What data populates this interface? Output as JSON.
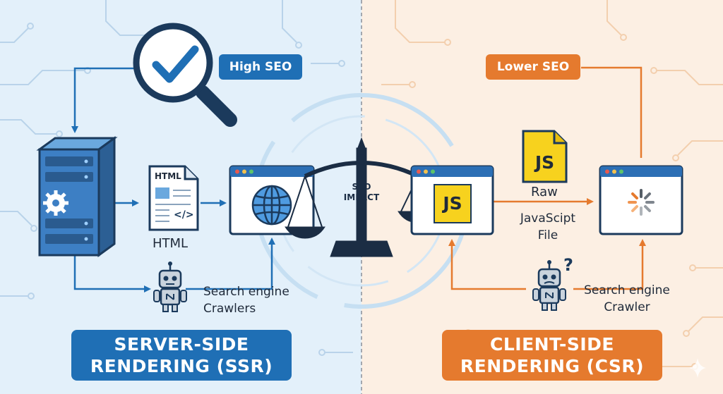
{
  "ssr": {
    "badge": "High SEO",
    "html_doc_header": "HTML",
    "html_doc_code": "</>",
    "html_label": "HTML",
    "crawler_label_line1": "Search engine",
    "crawler_label_line2": "Crawlers",
    "title_line1": "SERVER-SIDE",
    "title_line2": "RENDERING (SSR)",
    "color": "#1f6fb5"
  },
  "center": {
    "label_line1": "SEO",
    "label_line2": "IMPACT"
  },
  "csr": {
    "badge": "Lower SEO",
    "js_icon_text": "JS",
    "js_file_text": "JS",
    "raw_label": "Raw",
    "file_label_line1": "JavaScipt",
    "file_label_line2": "File",
    "crawler_question": "?",
    "crawler_label_line1": "Search engine",
    "crawler_label_line2": "Crawler",
    "title_line1": "CLIENT-SIDE",
    "title_line2": "RENDERING (CSR)",
    "color": "#e57a2e"
  },
  "icons": [
    "magnifier-check-icon",
    "server-icon",
    "gear-icon",
    "html-document-icon",
    "globe-icon",
    "browser-window-icon",
    "robot-icon",
    "balance-scale-icon",
    "javascript-file-icon",
    "loading-spinner-icon",
    "sparkle-icon"
  ]
}
